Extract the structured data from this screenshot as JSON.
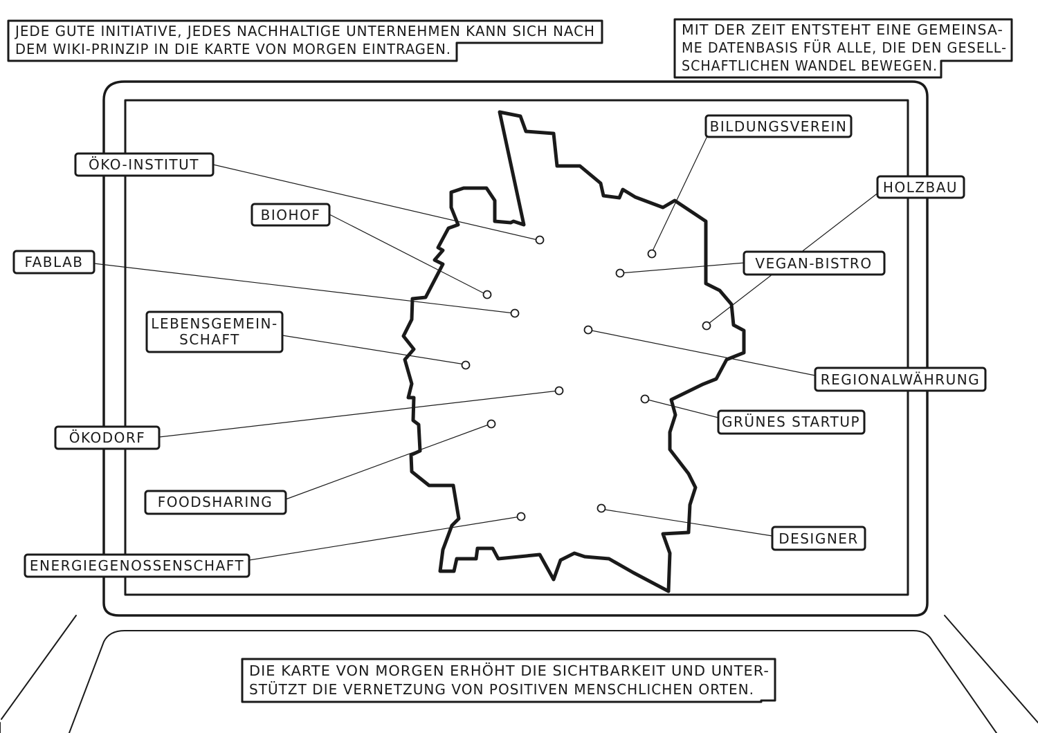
{
  "captions": {
    "top_left": [
      "JEDE GUTE INITIATIVE, JEDES NACHHALTIGE UNTERNEHMEN KANN SICH NACH",
      "DEM WIKI-PRINZIP IN DIE KARTE VON MORGEN EINTRAGEN."
    ],
    "top_right": [
      "MIT DER ZEIT ENTSTEHT EINE GEMEINSA-",
      "ME DATENBASIS FÜR ALLE, DIE DEN GESELL-",
      "SCHAFTLICHEN WANDEL BEWEGEN."
    ],
    "bottom": [
      "DIE KARTE VON MORGEN ERHÖHT DIE SICHTBARKEIT UND UNTER-",
      "STÜTZT DIE VERNETZUNG VON POSITIVEN MENSCHLICHEN ORTEN."
    ]
  },
  "labels": {
    "oeko_institut": "ÖKO-INSTITUT",
    "biohof": "BIOHOF",
    "fablab": "FABLAB",
    "lebensgemeinschaft": [
      "LEBENSGEMEIN-",
      "SCHAFT"
    ],
    "oekodorf": "ÖKODORF",
    "foodsharing": "FOODSHARING",
    "energiegenossenschaft": "ENERGIEGENOSSENSCHAFT",
    "bildungsverein": "BILDUNGSVEREIN",
    "holzbau": "HOLZBAU",
    "vegan_bistro": "VEGAN-BISTRO",
    "regionalwaehrung": "REGIONALWÄHRUNG",
    "gruenes_startup": "GRÜNES STARTUP",
    "designer": "DESIGNER"
  }
}
